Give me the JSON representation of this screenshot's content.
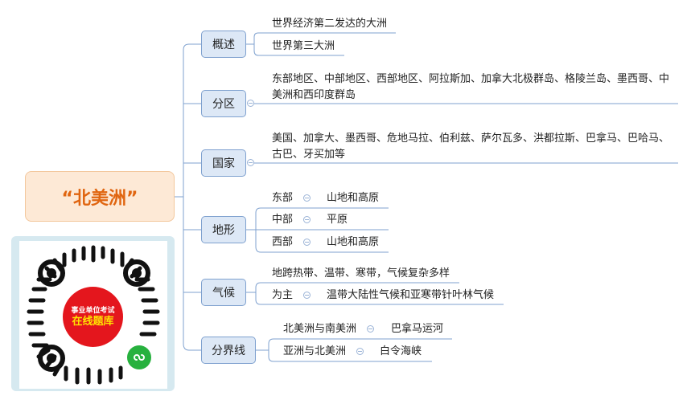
{
  "root": {
    "label": "“北美洲”"
  },
  "categories": [
    {
      "label": "概述"
    },
    {
      "label": "分区"
    },
    {
      "label": "国家"
    },
    {
      "label": "地形"
    },
    {
      "label": "气候"
    },
    {
      "label": "分界线"
    }
  ],
  "overview": [
    "世界经济第二发达的大洲",
    "世界第三大洲"
  ],
  "regions": "东部地区、中部地区、西部地区、阿拉斯加、加拿大北极群岛、格陵兰岛、墨西哥、中美洲和西印度群岛",
  "countries": "美国、加拿大、墨西哥、危地马拉、伯利兹、萨尔瓦多、洪都拉斯、巴拿马、巴哈马、古巴、牙买加等",
  "terrain": [
    {
      "part": "东部",
      "value": "山地和高原"
    },
    {
      "part": "中部",
      "value": "平原"
    },
    {
      "part": "西部",
      "value": "山地和高原"
    }
  ],
  "climate": {
    "line1": "地跨热带、温带、寒带，气候复杂多样",
    "line2_prefix": "为主",
    "line2_value": "温带大陆性气候和亚寒带针叶林气候"
  },
  "boundaries": [
    {
      "between": "北美洲与南美洲",
      "line": "巴拿马运河"
    },
    {
      "between": "亚洲与北美洲",
      "line": "白令海峡"
    }
  ],
  "qr": {
    "line1": "事业单位考试",
    "line2": "在线题库"
  },
  "colors": {
    "connector": "#7fa1cf",
    "root_text": "#e06510",
    "root_bg": "#fde9d6",
    "node_bg": "#dde8f6"
  }
}
